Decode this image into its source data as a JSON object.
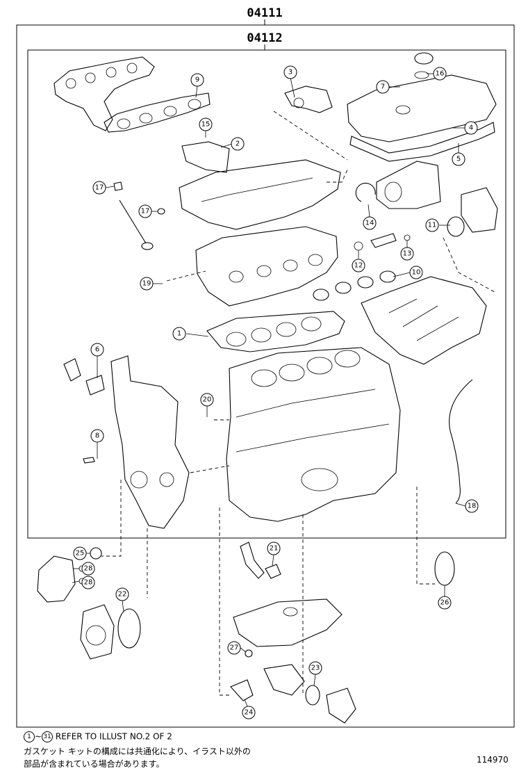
{
  "header": {
    "outer_code": "04111",
    "inner_code": "04112"
  },
  "callouts": [
    "1",
    "2",
    "3",
    "4",
    "5",
    "6",
    "7",
    "8",
    "9",
    "10",
    "11",
    "12",
    "13",
    "14",
    "15",
    "16",
    "17",
    "17",
    "18",
    "19",
    "20",
    "21",
    "22",
    "23",
    "24",
    "25",
    "26",
    "27",
    "28",
    "28"
  ],
  "footnote": {
    "range_start": "1",
    "range_sep": "~",
    "range_end": "31",
    "refer_text": "REFER TO ILLUST NO.2 OF 2",
    "jp_line1": "ガスケット キットの構成には共通化により、イラスト以外の",
    "jp_line2": "部品が含まれている場合があります。"
  },
  "illust_number": "114970"
}
